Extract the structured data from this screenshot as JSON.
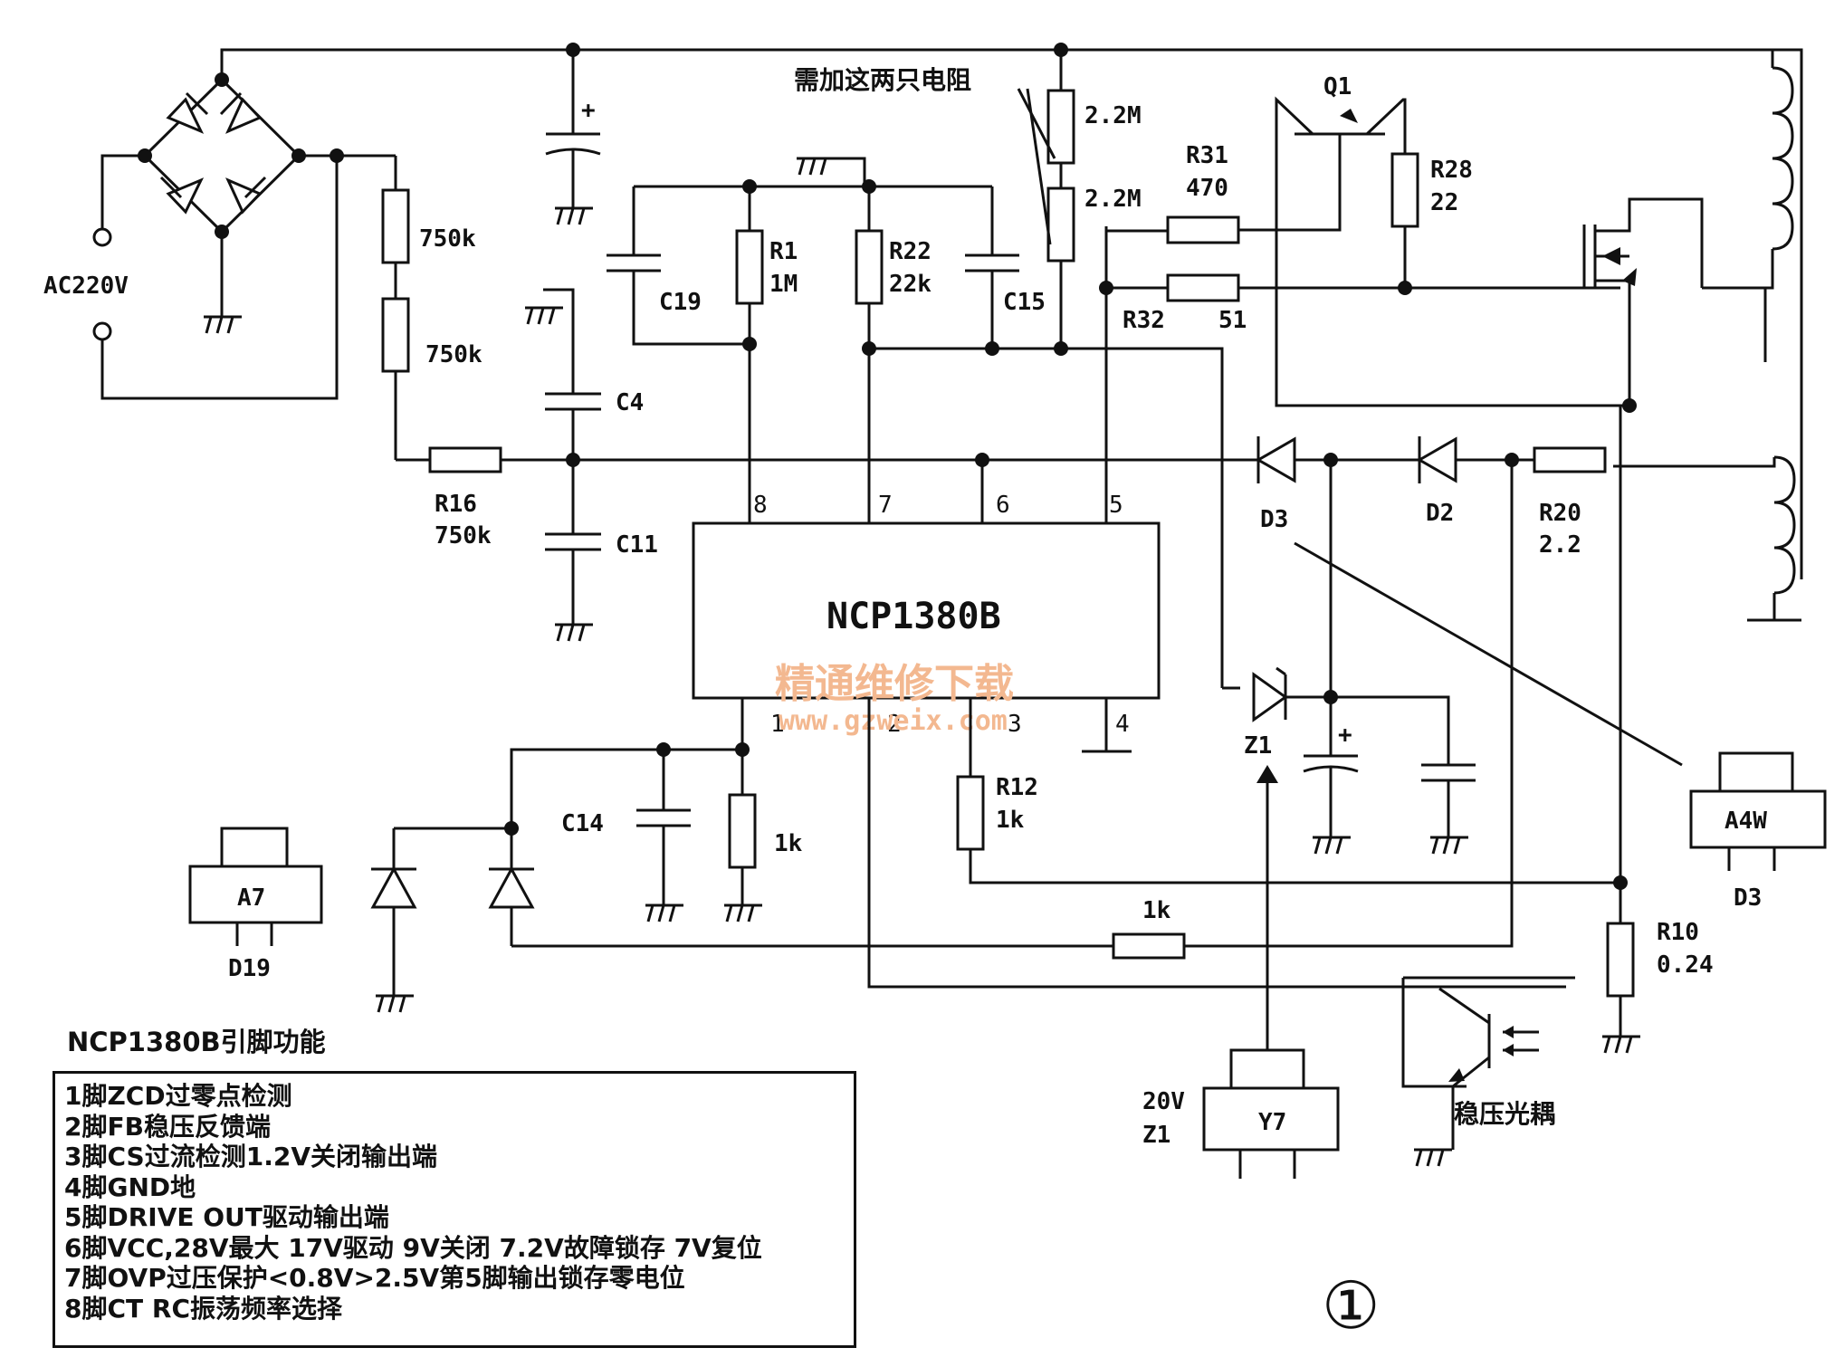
{
  "components": {
    "ic": {
      "name": "NCP1380B",
      "pins": [
        "1",
        "2",
        "3",
        "4",
        "5",
        "6",
        "7",
        "8"
      ]
    },
    "input": "AC220V",
    "r_top1": "750k",
    "r_top2": "750k",
    "r16": {
      "ref": "R16",
      "value": "750k"
    },
    "c4": "C4",
    "c11": "C11",
    "c19": "C19",
    "c15": "C15",
    "c14": "C14",
    "r1": {
      "ref": "R1",
      "value": "1M"
    },
    "r22": {
      "ref": "R22",
      "value": "22k"
    },
    "r_22m_a": "2.2M",
    "r_22m_b": "2.2M",
    "note_resistors": "需加这两只电阻",
    "r31": {
      "ref": "R31",
      "value": "470"
    },
    "r32": {
      "ref": "R32",
      "value": "51"
    },
    "q1": "Q1",
    "r28": {
      "ref": "R28",
      "value": "22"
    },
    "d3": "D3",
    "d2": "D2",
    "r20": {
      "ref": "R20",
      "value": "2.2"
    },
    "z1": "Z1",
    "r12": {
      "ref": "R12",
      "value": "1k"
    },
    "r_1k_left": "1k",
    "r_1k_bottom": "1k",
    "r10": {
      "ref": "R10",
      "value": "0.24"
    },
    "pkg_a7": {
      "marking": "A7",
      "ref": "D19"
    },
    "pkg_a4w": {
      "marking": "A4W",
      "ref": "D3"
    },
    "pkg_y7": {
      "marking": "Y7",
      "ref": "Z1",
      "voltage": "20V"
    },
    "optocoupler": "稳压光耦"
  },
  "watermark": {
    "cn": "精通维修下载",
    "url": "www.gzweix.com"
  },
  "pin_function": {
    "title": "NCP1380B引脚功能",
    "lines": [
      "1脚ZCD过零点检测",
      "2脚FB稳压反馈端",
      "3脚CS过流检测1.2V关闭输出端",
      "4脚GND地",
      "5脚DRIVE OUT驱动输出端",
      "6脚VCC,28V最大 17V驱动 9V关闭 7.2V故障锁存 7V复位",
      "7脚OVP过压保护<0.8V>2.5V第5脚输出锁存零电位",
      "8脚CT RC振荡频率选择"
    ]
  },
  "figure_number": "①"
}
